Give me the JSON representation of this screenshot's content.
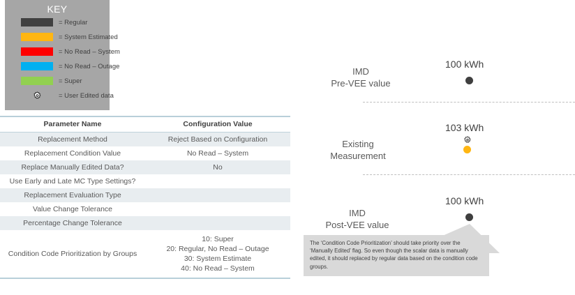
{
  "key": {
    "title": "KEY",
    "items": [
      {
        "label": "= Regular",
        "color": "#404040",
        "icon": "color-swatch"
      },
      {
        "label": "= System Estimated",
        "color": "#ffb612",
        "icon": "color-swatch"
      },
      {
        "label": "= No Read – System",
        "color": "#ff0000",
        "icon": "color-swatch"
      },
      {
        "label": "= No Read – Outage",
        "color": "#00b0f0",
        "icon": "color-swatch"
      },
      {
        "label": "= Super",
        "color": "#92d050",
        "icon": "color-swatch"
      },
      {
        "label": "= User Edited data",
        "color": "#2b2b2b",
        "icon": "gear-icon"
      }
    ]
  },
  "table": {
    "headers": [
      "Parameter Name",
      "Configuration Value"
    ],
    "rows": [
      {
        "name": "Replacement Method",
        "value": "Reject Based on Configuration",
        "shaded": true
      },
      {
        "name": "Replacement Condition Value",
        "value": "No Read – System",
        "shaded": false
      },
      {
        "name": "Replace Manually Edited Data?",
        "value": "No",
        "shaded": true
      },
      {
        "name": "Use Early and Late MC Type Settings?",
        "value": "",
        "shaded": false
      },
      {
        "name": "Replacement Evaluation Type",
        "value": "",
        "shaded": true
      },
      {
        "name": "Value Change Tolerance",
        "value": "",
        "shaded": false
      },
      {
        "name": "Percentage Change Tolerance",
        "value": "",
        "shaded": true
      },
      {
        "name": "Condition Code Prioritization by Groups",
        "value_lines": [
          "10: Super",
          "20: Regular, No Read – Outage",
          "30: System Estimate",
          "40: No Read – System"
        ],
        "shaded": false
      }
    ]
  },
  "diagram": {
    "stages": [
      {
        "label_line1": "IMD",
        "label_line2": "Pre-VEE value",
        "value": "100 kWh",
        "marker": "regular",
        "user_edited": false
      },
      {
        "label_line1": "Existing",
        "label_line2": "Measurement",
        "value": "103 kWh",
        "marker": "estimated",
        "user_edited": true
      },
      {
        "label_line1": "IMD",
        "label_line2": "Post-VEE value",
        "value": "100 kWh",
        "marker": "regular",
        "user_edited": false
      }
    ],
    "callout": "The ‘Condition Code Prioritization’ should take priority over the ‘Manually Edited’ flag.  So even though the scalar data is manually edited, it should replaced by regular data based on the condition code groups."
  }
}
